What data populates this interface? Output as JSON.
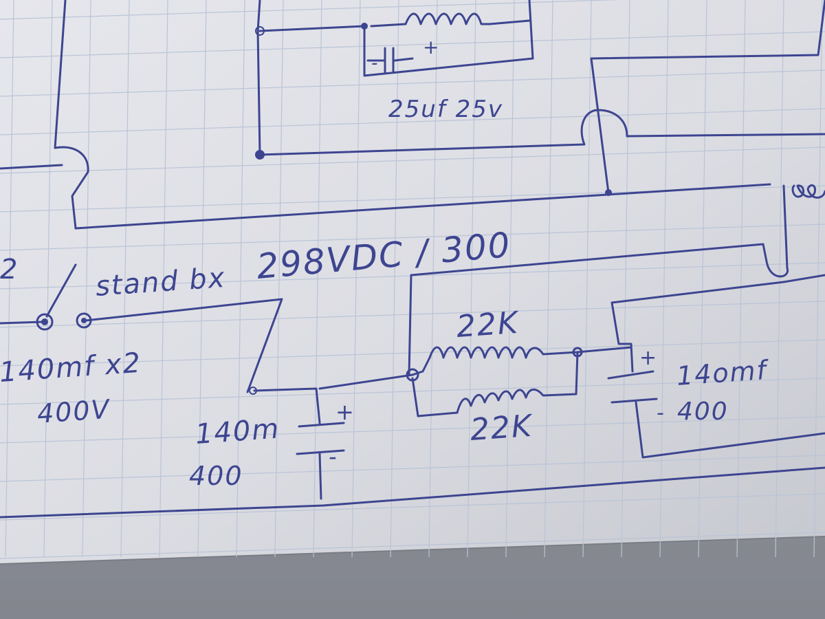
{
  "labels": {
    "top_cap": "25uf 25v",
    "standby": "stand bx",
    "voltage": "298VDC / 300",
    "left_cap_value": "140mf x2",
    "left_cap_voltage": "400V",
    "mid_cap_value": "140m",
    "mid_cap_voltage": "400",
    "res_top": "22K",
    "res_bottom": "22K",
    "right_cap_value": "14omf",
    "right_cap_voltage": "400",
    "left_edge": "2",
    "plus": "+",
    "minus": "-"
  },
  "colors": {
    "ink": "#3d4590",
    "paper": "#dcdde3",
    "paper_shadow": "#9c9ea6",
    "grid_line": "#b9c3d6",
    "paper_edge": "#7f818a"
  }
}
